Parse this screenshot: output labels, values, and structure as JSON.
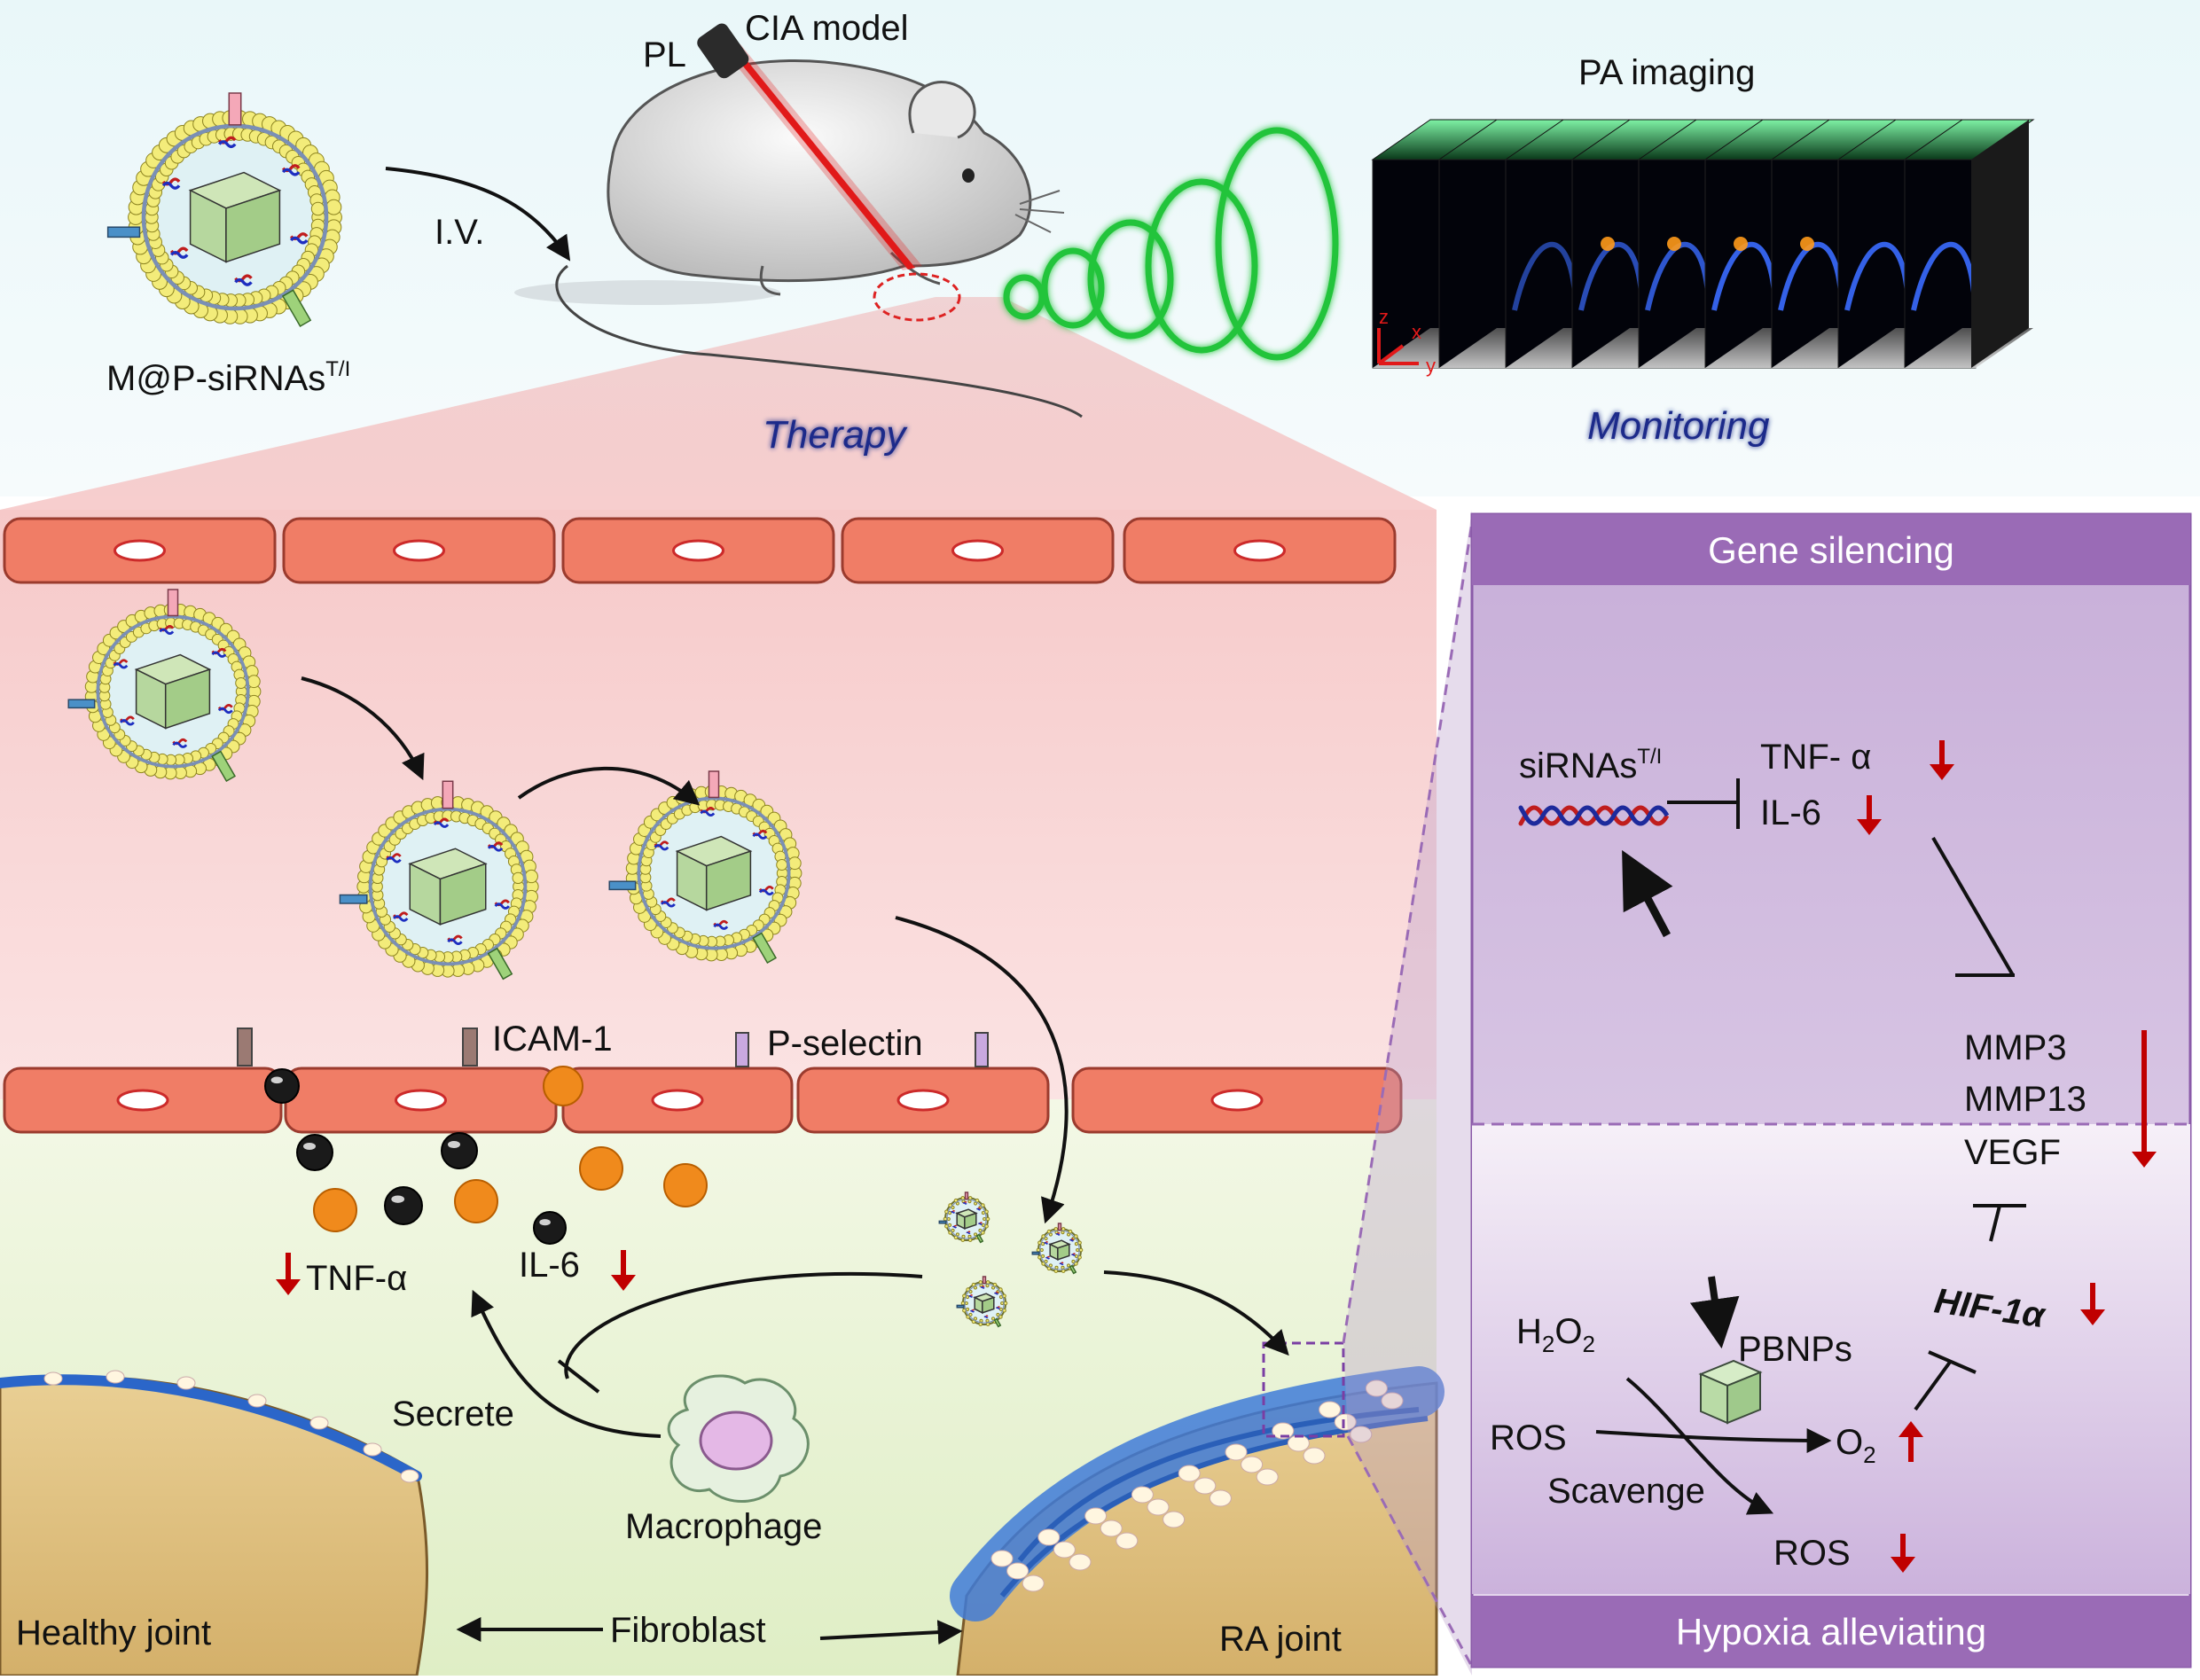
{
  "top": {
    "nanoparticle_label": "M@P-siRNAs",
    "nanoparticle_sup": "T/I",
    "route": "I.V.",
    "pl": "PL",
    "model": "CIA model",
    "therapy": "Therapy",
    "pa_imaging": "PA imaging",
    "monitoring": "Monitoring",
    "axis_z": "z",
    "axis_x": "x",
    "axis_y": "y"
  },
  "vessel": {
    "icam": "ICAM-1",
    "pselectin": "P-selectin"
  },
  "tissue": {
    "tnf": "TNF-α",
    "il6": "IL-6",
    "secrete": "Secrete",
    "macrophage": "Macrophage",
    "healthy_joint": "Healthy joint",
    "fibroblast": "Fibroblast",
    "ra_joint": "RA joint"
  },
  "panel": {
    "gene_silencing": "Gene silencing",
    "hypoxia": "Hypoxia alleviating",
    "sirnas": "siRNAs",
    "sirnas_sup": "T/I",
    "tnf": "TNF- α",
    "il6": "IL-6",
    "mmp3": "MMP3",
    "mmp13": "MMP13",
    "vegf": "VEGF",
    "hif": "HIF-1α",
    "pbnps": "PBNPs",
    "h2o2_h": "H",
    "h2o2_sub1": "2",
    "h2o2_o": "O",
    "h2o2_sub2": "2",
    "ros1": "ROS",
    "o2": "O",
    "o2_sub": "2",
    "scavenge": "Scavenge",
    "ros2": "ROS"
  },
  "colors": {
    "cell": "#f07d66",
    "cell_border": "#9b3b2e",
    "panel_dark": "#9a6bb6",
    "panel_light": "#e3d3ec",
    "down_arrow": "#c00000",
    "laser": "#e11919",
    "pa_ring": "#23c43b",
    "orange_cytokine": "#f08a1c",
    "black_cytokine": "#1a1a1a"
  }
}
